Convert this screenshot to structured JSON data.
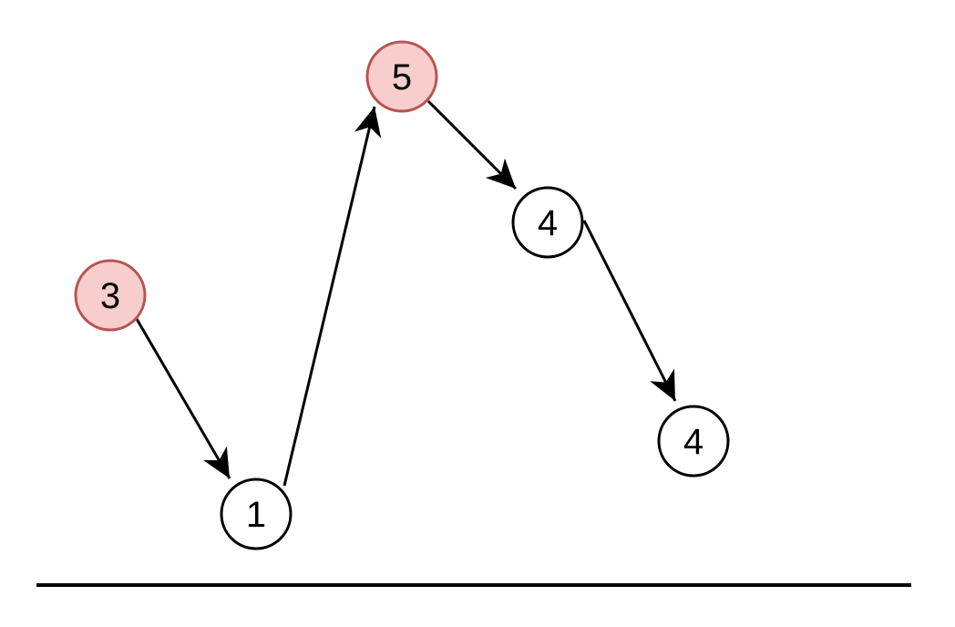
{
  "nodes": [
    {
      "id": "n1",
      "label": "3",
      "highlighted": true
    },
    {
      "id": "n2",
      "label": "1",
      "highlighted": false
    },
    {
      "id": "n3",
      "label": "5",
      "highlighted": true
    },
    {
      "id": "n4",
      "label": "4",
      "highlighted": false
    },
    {
      "id": "n5",
      "label": "4",
      "highlighted": false
    }
  ],
  "edges": [
    {
      "from": "n1",
      "to": "n2"
    },
    {
      "from": "n2",
      "to": "n3"
    },
    {
      "from": "n3",
      "to": "n4"
    },
    {
      "from": "n4",
      "to": "n5"
    }
  ],
  "colors": {
    "highlight_fill": "#f8cecc",
    "highlight_stroke": "#b85450",
    "normal_fill": "#ffffff",
    "normal_stroke": "#000000",
    "edge": "#000000"
  }
}
